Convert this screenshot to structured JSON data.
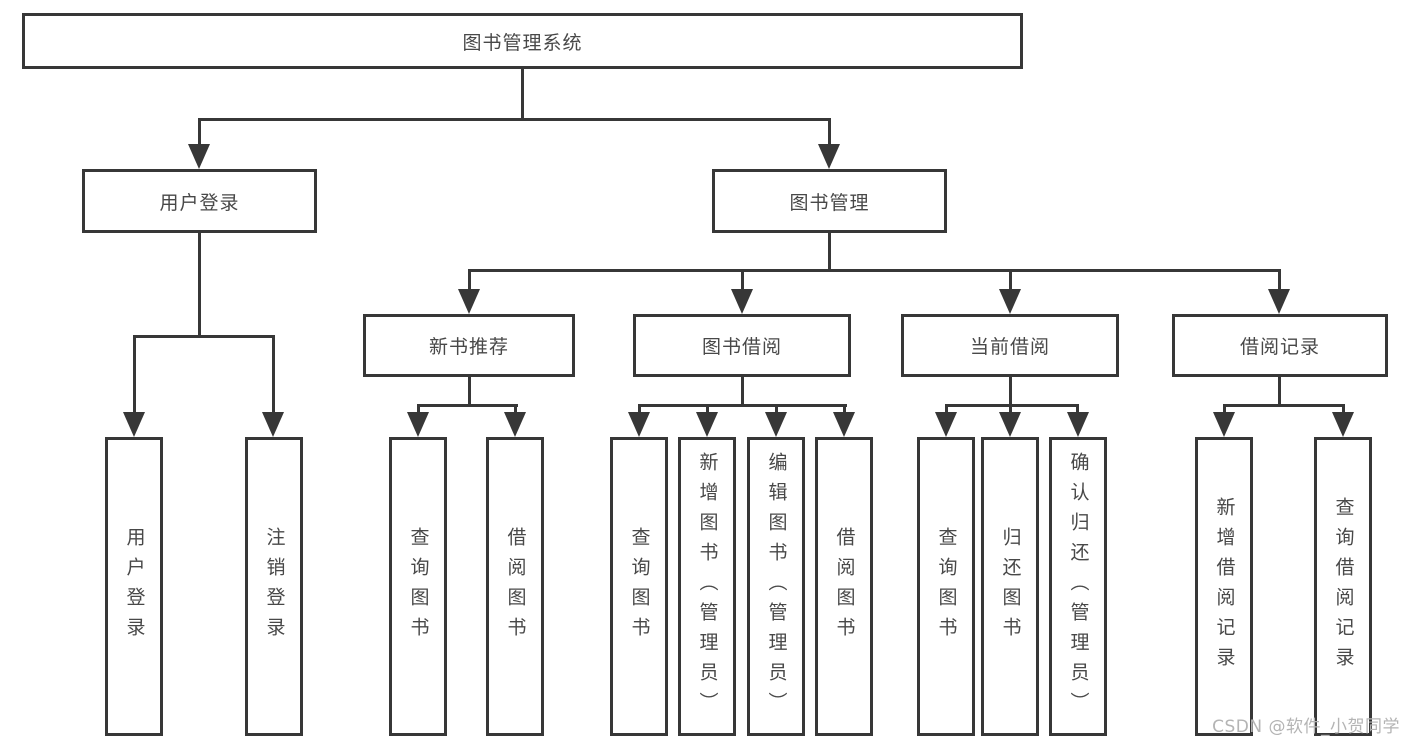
{
  "diagram": {
    "type": "hierarchy-tree",
    "tree": {
      "root": "图书管理系统",
      "level2": [
        "用户登录",
        "图书管理"
      ],
      "level3": [
        "新书推荐",
        "图书借阅",
        "当前借阅",
        "借阅记录"
      ],
      "leaves": {
        "user_login": [
          "用户登录",
          "注销登录"
        ],
        "new_book_rec": [
          "查询图书",
          "借阅图书"
        ],
        "book_borrow": [
          "查询图书",
          "新增图书（管理员）",
          "编辑图书（管理员）",
          "借阅图书"
        ],
        "current_borrow": [
          "查询图书",
          "归还图书",
          "确认归还（管理员）"
        ],
        "borrow_records": [
          "新增借阅记录",
          "查询借阅记录"
        ]
      }
    },
    "colors": {
      "line": "#373737",
      "text": "#484848",
      "box_fill": "#ffffff",
      "watermark": "#b4b4b4",
      "background": "#ffffff"
    }
  },
  "watermark": "CSDN @软件_小贺同学"
}
